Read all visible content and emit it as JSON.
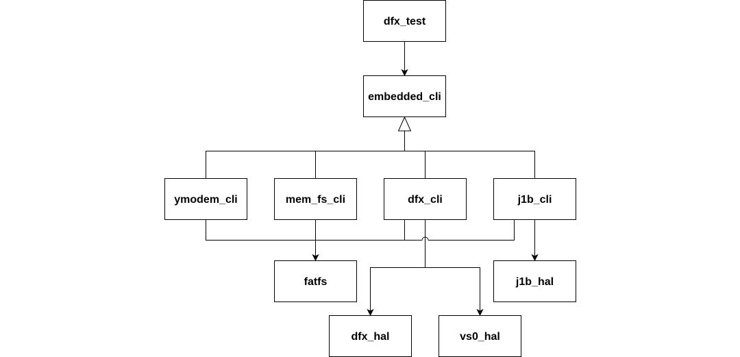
{
  "diagram": {
    "nodes": {
      "dfx_test": "dfx_test",
      "embedded_cli": "embedded_cli",
      "ymodem_cli": "ymodem_cli",
      "mem_fs_cli": "mem_fs_cli",
      "dfx_cli": "dfx_cli",
      "j1b_cli": "j1b_cli",
      "fatfs": "fatfs",
      "j1b_hal": "j1b_hal",
      "dfx_hal": "dfx_hal",
      "vs0_hal": "vs0_hal"
    },
    "edges": [
      {
        "from": "dfx_test",
        "to": "embedded_cli",
        "kind": "dependency"
      },
      {
        "from": "ymodem_cli",
        "to": "embedded_cli",
        "kind": "inheritance"
      },
      {
        "from": "mem_fs_cli",
        "to": "embedded_cli",
        "kind": "inheritance"
      },
      {
        "from": "dfx_cli",
        "to": "embedded_cli",
        "kind": "inheritance"
      },
      {
        "from": "j1b_cli",
        "to": "embedded_cli",
        "kind": "inheritance"
      },
      {
        "from": "ymodem_cli",
        "to": "fatfs",
        "kind": "dependency"
      },
      {
        "from": "mem_fs_cli",
        "to": "fatfs",
        "kind": "dependency"
      },
      {
        "from": "dfx_cli",
        "to": "fatfs",
        "kind": "dependency"
      },
      {
        "from": "j1b_cli",
        "to": "fatfs",
        "kind": "dependency"
      },
      {
        "from": "j1b_cli",
        "to": "j1b_hal",
        "kind": "dependency"
      },
      {
        "from": "dfx_cli",
        "to": "dfx_hal",
        "kind": "dependency"
      },
      {
        "from": "dfx_cli",
        "to": "vs0_hal",
        "kind": "dependency"
      }
    ],
    "colors": {
      "stroke": "#000000",
      "fill": "#ffffff",
      "text": "#000000"
    }
  }
}
